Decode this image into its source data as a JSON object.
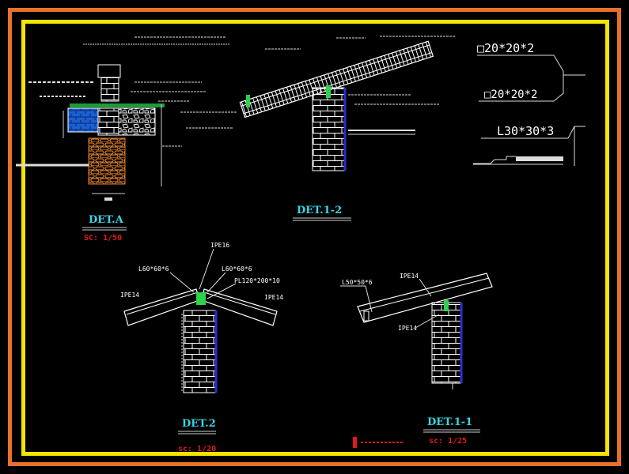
{
  "details": {
    "det_a": {
      "title": "DET.A",
      "scale": "SC: 1/50"
    },
    "det_1_2": {
      "title": "DET.1-2"
    },
    "det_2": {
      "title": "DET.2",
      "scale": "sc: 1/20",
      "labels": {
        "ipe_top": "IPE16",
        "left_angle": "L60*60*6",
        "right_angle": "L60*60*6",
        "plate": "PL120*200*10",
        "left_beam": "IPE14",
        "right_beam": "IPE14"
      }
    },
    "det_1_1": {
      "title": "DET.1-1",
      "scale": "sc: 1/25",
      "labels": {
        "angle": "L50*50*6",
        "beam_top": "IPE14",
        "beam_bottom": "IPE14"
      }
    }
  },
  "sections": {
    "box1": "□20*20*2",
    "box2": "□20*20*2",
    "angle": "L30*30*3"
  }
}
